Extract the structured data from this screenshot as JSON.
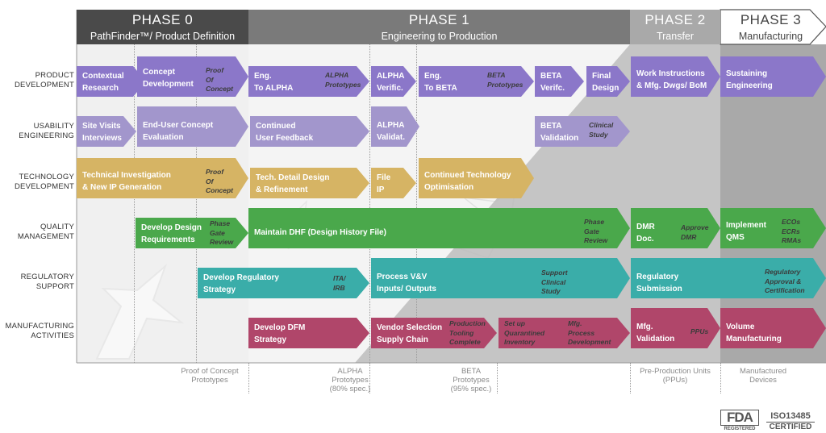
{
  "phases": [
    {
      "title": "PHASE 0",
      "subtitle": "PathFinder™/ Product Definition"
    },
    {
      "title": "PHASE 1",
      "subtitle": "Engineering to Production"
    },
    {
      "title": "PHASE 2",
      "subtitle": "Transfer"
    },
    {
      "title": "PHASE 3",
      "subtitle": "Manufacturing"
    }
  ],
  "rows": [
    "PRODUCT\nDEVELOPMENT",
    "USABILITY\nENGINEERING",
    "TECHNOLOGY\nDEVELOPMENT",
    "QUALITY\nMANAGEMENT",
    "REGULATORY\nSUPPORT",
    "MANUFACTURING\nACTIVITIES"
  ],
  "colors": {
    "product": "#8b77c9",
    "usability": "#a296cc",
    "technology": "#d6b464",
    "quality": "#4aa84b",
    "regulatory": "#3aada9",
    "manufacturing": "#b0466a",
    "phase0": "#4a4a4a",
    "phase1": "#7a7a7a",
    "phase2": "#a9a9a9",
    "phase3": "#ffffff"
  },
  "activities": {
    "product": [
      {
        "label": "Contextual\nResearch",
        "note": ""
      },
      {
        "label": "Concept\nDevelopment",
        "note": "Proof\nOf\nConcept"
      },
      {
        "label": "Eng.\nTo ALPHA",
        "note": "ALPHA\nPrototypes"
      },
      {
        "label": "ALPHA\nVerific.",
        "note": ""
      },
      {
        "label": "Eng.\nTo BETA",
        "note": "BETA\nPrototypes"
      },
      {
        "label": "BETA\nVerifc.",
        "note": ""
      },
      {
        "label": "Final\nDesign",
        "note": ""
      },
      {
        "label": "Work Instructions\n& Mfg. Dwgs/ BoM",
        "note": ""
      },
      {
        "label": "Sustaining\nEngineering",
        "note": ""
      }
    ],
    "usability": [
      {
        "label": "Site Visits\nInterviews",
        "note": ""
      },
      {
        "label": "End-User Concept\nEvaluation",
        "note": ""
      },
      {
        "label": "Continued\nUser Feedback",
        "note": ""
      },
      {
        "label": "ALPHA\nValidat.",
        "note": ""
      },
      {
        "label": "BETA\nValidation",
        "note": "Clinical\nStudy"
      }
    ],
    "technology": [
      {
        "label": "Technical Investigation\n& New IP Generation",
        "note": "Proof\nOf\nConcept"
      },
      {
        "label": "Tech. Detail Design\n& Refinement",
        "note": ""
      },
      {
        "label": "File\nIP",
        "note": ""
      },
      {
        "label": "Continued Technology\nOptimisation",
        "note": ""
      }
    ],
    "quality": [
      {
        "label": "Develop Design\nRequirements",
        "note": "Phase\nGate\nReview"
      },
      {
        "label": "Maintain DHF (Design History File)",
        "note": "Phase\nGate\nReview"
      },
      {
        "label": "DMR\nDoc.",
        "note": "Approve\nDMR"
      },
      {
        "label": "Implement\nQMS",
        "note": "ECOs\nECRs\nRMAs"
      }
    ],
    "regulatory": [
      {
        "label": "Develop Regulatory\nStrategy",
        "note": "ITA/\nIRB"
      },
      {
        "label": "Process V&V\nInputs/ Outputs",
        "note": "Support\nClinical\nStudy"
      },
      {
        "label": "Regulatory\nSubmission",
        "note": "Regulatory\nApproval &\nCertification"
      }
    ],
    "manufacturing": [
      {
        "label": "Develop DFM\nStrategy",
        "note": ""
      },
      {
        "label": "Vendor Selection\nSupply Chain",
        "note": "Production\nTooling\nComplete"
      },
      {
        "label": "",
        "note": "Set up\nQuarantined\nInventory"
      },
      {
        "label": "",
        "note": "Mfg.\nProcess\nDevelopment"
      },
      {
        "label": "Mfg.\nValidation",
        "note": "PPUs"
      },
      {
        "label": "Volume\nManufacturing",
        "note": ""
      }
    ]
  },
  "footer": [
    "Proof of Concept\nPrototypes",
    "ALPHA\nPrototypes\n(80% spec.)",
    "BETA\nPrototypes\n(95% spec.)",
    "Pre-Production Units\n(PPUs)",
    "Manufactured\nDevices"
  ],
  "badges": {
    "fda": "FDA",
    "fda_sub": "REGISTERED",
    "iso": "ISO13485",
    "iso_sub": "CERTIFIED"
  }
}
